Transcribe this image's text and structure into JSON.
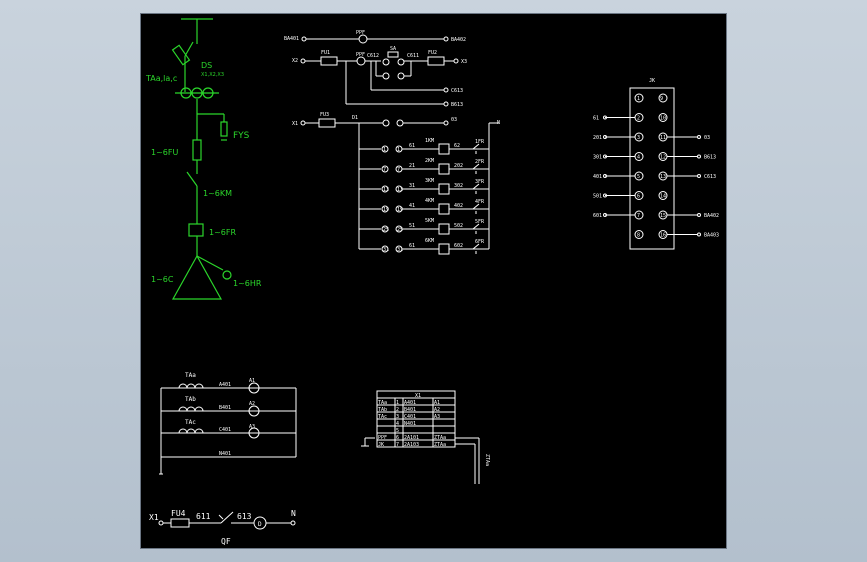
{
  "sheet_background": "#000000",
  "colors": {
    "wire": "#ffffff",
    "primary": "#2bd62b"
  },
  "primary_circuit": {
    "ds": "DS",
    "ct": "TAa,la,c",
    "ct_terms": "X1,X2,X3",
    "fys": "FYS",
    "fu": "1~6FU",
    "km": "1~6KM",
    "fr": "1~6FR",
    "cap": "1~6C",
    "hr": "1~6HR"
  },
  "control": {
    "b601": "BA401",
    "b602": "BA402",
    "ppf": "PPF",
    "x2": "X2",
    "fu1": "FU1",
    "c612": "C612",
    "sa": "SA",
    "c611": "C611",
    "fu2": "FU2",
    "x3": "X3",
    "c613": "C613",
    "b613": "B613",
    "x1": "X1",
    "fu3": "FU3",
    "d1": "D1",
    "d3": "03",
    "n": "N",
    "rows": [
      {
        "left": "1",
        "lnum": "1",
        "coil": "1KM",
        "wire": "61",
        "cnt": "62",
        "fr": "1FR"
      },
      {
        "left": "7",
        "lnum": "7",
        "coil": "2KM",
        "wire": "21",
        "cnt": "202",
        "fr": "2FR"
      },
      {
        "left": "13",
        "lnum": "13",
        "coil": "3KM",
        "wire": "31",
        "cnt": "302",
        "fr": "3FR"
      },
      {
        "left": "19",
        "lnum": "19",
        "coil": "4KM",
        "wire": "41",
        "cnt": "402",
        "fr": "4FR"
      },
      {
        "left": "25",
        "lnum": "25",
        "coil": "5KM",
        "wire": "51",
        "cnt": "502",
        "fr": "5FR"
      },
      {
        "left": "31",
        "lnum": "31",
        "coil": "6KM",
        "wire": "61",
        "cnt": "602",
        "fr": "6FR"
      }
    ]
  },
  "relay": {
    "title": "JK",
    "left_labels": [
      "61",
      "201",
      "301",
      "401",
      "501",
      "601"
    ],
    "left_pins": [
      "1",
      "2",
      "3",
      "4",
      "5",
      "6",
      "7",
      "8"
    ],
    "right_pins": [
      "9",
      "10",
      "11",
      "12",
      "13",
      "14",
      "15",
      "16"
    ],
    "right_labels": [
      "03",
      "B613",
      "C613",
      "BA402",
      "BA403"
    ]
  },
  "ct_circuit": {
    "taa": "TAa",
    "tab": "TAb",
    "tac": "TAc",
    "w1": "A401",
    "w2": "B401",
    "w3": "C401",
    "w4": "N401",
    "a1": "A1",
    "a2": "A2",
    "a3": "A3"
  },
  "table": {
    "title": "X1",
    "rows": [
      [
        "TAa",
        "1",
        "A401",
        "A1"
      ],
      [
        "TAb",
        "2",
        "B401",
        "A2"
      ],
      [
        "TAc",
        "3",
        "C401",
        "A3"
      ],
      [
        "",
        "4",
        "N401",
        ""
      ],
      [
        "",
        "5",
        "",
        ""
      ],
      [
        "PPF",
        "6",
        "2A101",
        "ZTAa"
      ],
      [
        "JK",
        "7",
        "2A103",
        "ZTAa"
      ]
    ],
    "side": "ZTAa"
  },
  "lamp_circuit": {
    "x1": "X1",
    "fu4": "FU4",
    "w611": "611",
    "w613": "613",
    "qf": "QF",
    "n": "N",
    "lamp": "D"
  }
}
